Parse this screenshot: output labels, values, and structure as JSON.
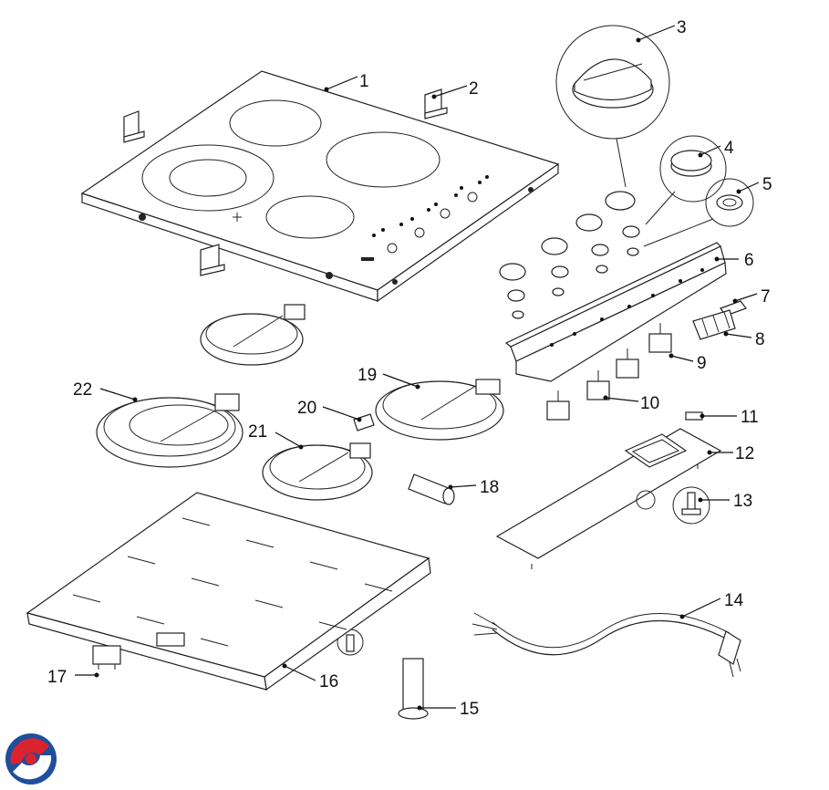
{
  "diagram": {
    "type": "exploded-parts-view",
    "callouts": [
      {
        "id": 1,
        "label": "1"
      },
      {
        "id": 2,
        "label": "2"
      },
      {
        "id": 3,
        "label": "3"
      },
      {
        "id": 4,
        "label": "4"
      },
      {
        "id": 5,
        "label": "5"
      },
      {
        "id": 6,
        "label": "6"
      },
      {
        "id": 7,
        "label": "7"
      },
      {
        "id": 8,
        "label": "8"
      },
      {
        "id": 9,
        "label": "9"
      },
      {
        "id": 10,
        "label": "10"
      },
      {
        "id": 11,
        "label": "11"
      },
      {
        "id": 12,
        "label": "12"
      },
      {
        "id": 13,
        "label": "13"
      },
      {
        "id": 14,
        "label": "14"
      },
      {
        "id": 15,
        "label": "15"
      },
      {
        "id": 16,
        "label": "16"
      },
      {
        "id": 17,
        "label": "17"
      },
      {
        "id": 18,
        "label": "18"
      },
      {
        "id": 19,
        "label": "19"
      },
      {
        "id": 20,
        "label": "20"
      },
      {
        "id": 21,
        "label": "21"
      },
      {
        "id": 22,
        "label": "22"
      }
    ],
    "colors": {
      "line": "#222222",
      "logo_red": "#d9232e",
      "logo_blue": "#1f4e9c"
    },
    "logo": {
      "icon": "brand-swirl-logo"
    }
  }
}
